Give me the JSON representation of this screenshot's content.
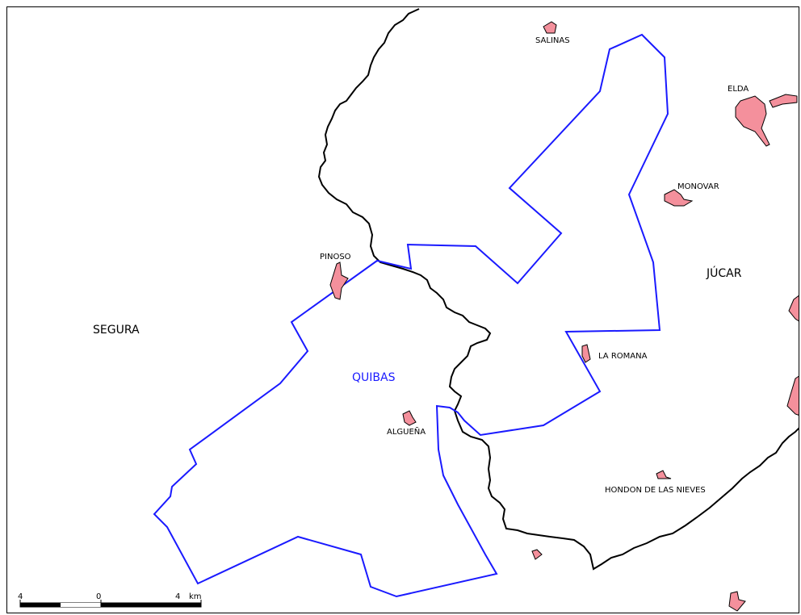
{
  "basins": {
    "west": "SEGURA",
    "east": "JÚCAR"
  },
  "aquifer": {
    "name": "QUIBAS",
    "color": "#1a1aff"
  },
  "towns": {
    "salinas": "SALINAS",
    "elda": "ELDA",
    "monovar": "MONOVAR",
    "pinoso": "PINOSO",
    "la_romana": "LA ROMANA",
    "alguena": "ALGUEÑA",
    "hondon": "HONDON DE LAS NIEVES"
  },
  "town_color": "#f4909c",
  "basin_boundary_color": "#000000",
  "scale_bar": {
    "left_tick": "4",
    "center_tick": "0",
    "right_tick": "4",
    "unit": "km"
  }
}
